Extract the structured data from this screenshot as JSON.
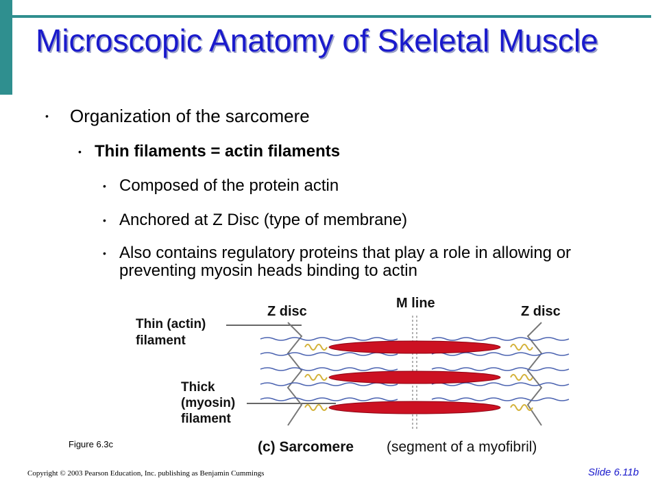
{
  "slide": {
    "title": "Microscopic Anatomy of Skeletal Muscle",
    "bullets": {
      "level1": "Organization of the sarcomere",
      "level2": "Thin filaments = actin filaments",
      "level3": [
        "Composed of the protein actin",
        "Anchored at Z Disc (type of membrane)",
        "Also contains regulatory proteins that play a role in allowing or preventing myosin heads binding to actin"
      ]
    },
    "bullet_glyph": "•",
    "figure": {
      "caption": "Figure 6.3c",
      "labels": {
        "z_disc_left": "Z disc",
        "m_line": "M line",
        "z_disc_right": "Z disc",
        "thin_1": "Thin (actin)",
        "thin_2": "filament",
        "thick_1": "Thick",
        "thick_2": "(myosin)",
        "thick_3": "filament",
        "panel_prefix": "(c) Sarcomere",
        "panel_rest": "(segment of a myofibril)"
      }
    },
    "footer": {
      "copyright": "Copyright © 2003 Pearson Education, Inc. publishing as Benjamin Cummings",
      "slide_number": "Slide 6.11b"
    },
    "colors": {
      "accent": "#2f8f8f",
      "title": "#1a1acc",
      "myosin": "#cc1122",
      "actin": "#4a62b0",
      "titin": "#d4b23a"
    }
  }
}
